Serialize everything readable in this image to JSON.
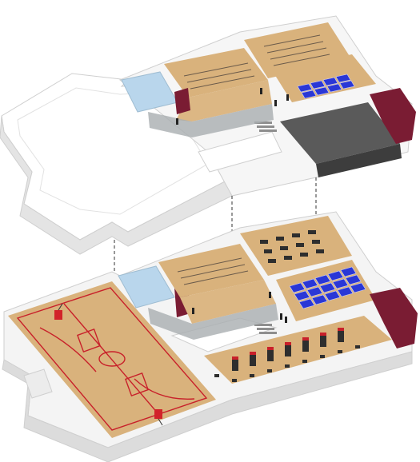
{
  "diagram": {
    "kind": "exploded-isometric-floor-plan",
    "levels": [
      {
        "name": "upper-level",
        "rooms": [
          "pool-room",
          "workstation-area",
          "classroom",
          "lounge-blue-mats",
          "dark-studio",
          "maroon-storage"
        ]
      },
      {
        "name": "lower-level",
        "rooms": [
          "basketball-court",
          "pool-room",
          "workstation-area",
          "weight-machines",
          "blue-mat-area",
          "treadmill-row",
          "maroon-storage"
        ]
      }
    ],
    "colors": {
      "wood_floor": "#d9b27c",
      "wall_white": "#f4f4f4",
      "wall_shadow": "#d6d6d6",
      "court_line": "#c8202a",
      "mat_blue": "#2a37d6",
      "pool_blue": "#b9d6ec",
      "dark_room": "#4a4a4a",
      "maroon": "#7a1c33",
      "glass": "#a9aeb0"
    },
    "icons": [
      "basketball-hoop-icon",
      "stair-icon",
      "person-figure-icon",
      "treadmill-icon",
      "workstation-desk-icon"
    ]
  }
}
